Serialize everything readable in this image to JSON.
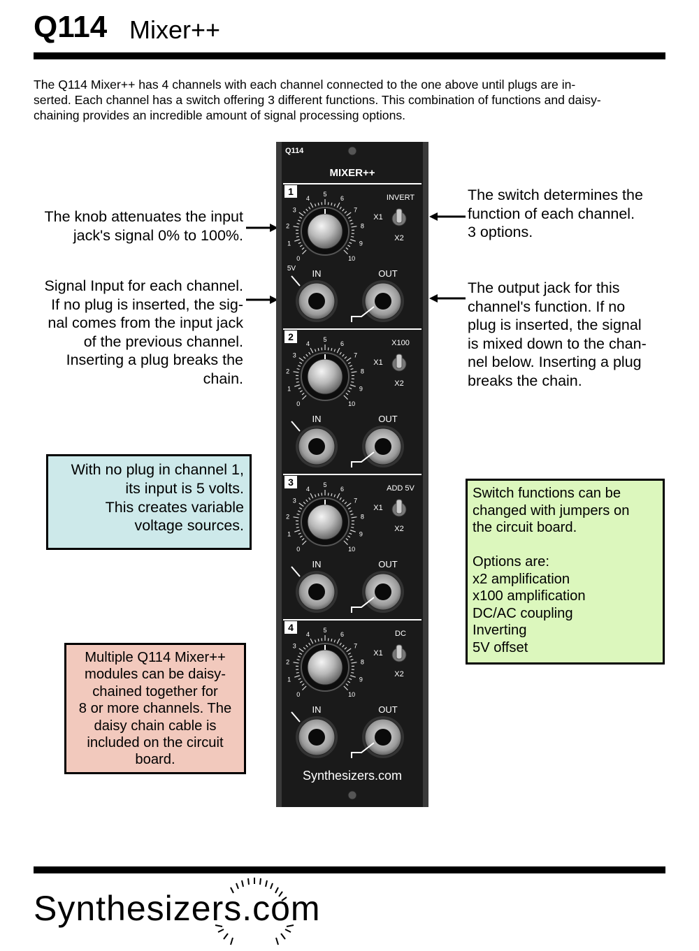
{
  "header": {
    "model": "Q114",
    "name": "Mixer++"
  },
  "intro": "The Q114 Mixer++ has 4 channels with each channel connected to the one above until plugs are in-serted.  Each channel has a switch offering 3 different functions.  This combination of functions and daisy-chaining provides an incredible amount of signal processing options.",
  "intro_lines": [
    "The Q114 Mixer++ has 4 channels with each channel connected to the one above until plugs are in-",
    "serted.  Each channel has a switch offering 3 different functions.  This combination of functions and daisy-",
    "chaining provides an incredible amount of signal processing options."
  ],
  "annotations": {
    "knob": [
      "The knob attenuates the input",
      "jack's signal 0% to 100%."
    ],
    "input": [
      "Signal Input for each channel.",
      "If no plug is inserted, the sig-",
      "nal comes from the input jack",
      "of the previous channel.",
      "Inserting a plug breaks the",
      "chain."
    ],
    "switch": [
      "The switch determines the",
      "function of each channel.",
      "3 options."
    ],
    "output": [
      "The output jack for this",
      "channel's function.  If no",
      "plug is inserted, the signal",
      "is mixed down to the chan-",
      "nel below.  Inserting a plug",
      "breaks the chain."
    ]
  },
  "boxes": {
    "blue": {
      "lines": [
        "With no plug in channel 1,",
        "its input is 5 volts.",
        "This creates variable",
        "voltage sources."
      ],
      "color": "#cde9ea"
    },
    "pink": {
      "lines": [
        "Multiple Q114 Mixer++",
        "modules can be daisy-",
        "chained together for",
        "8 or more channels.  The",
        "daisy chain cable is",
        "included on the circuit",
        "board."
      ],
      "color": "#f2c9bd"
    },
    "green": {
      "lines": [
        "Switch functions can be",
        "changed with jumpers on",
        "the circuit board.",
        "",
        "Options are:",
        "x2 amplification",
        "x100 amplification",
        "DC/AC coupling",
        "Inverting",
        "5V offset"
      ],
      "color": "#dcf7bd"
    }
  },
  "panel": {
    "model": "Q114",
    "title": "MIXER++",
    "brand": "Synthesizers.com",
    "channels": [
      {
        "number": "1",
        "switch_top": "INVERT",
        "switch_mid": "X1",
        "switch_bot": "X2",
        "in_label": "IN",
        "out_label": "OUT",
        "in_prefix": "5V",
        "scale": [
          "1",
          "2",
          "3",
          "4",
          "5",
          "6",
          "7",
          "8",
          "9",
          "10"
        ],
        "zero": "0"
      },
      {
        "number": "2",
        "switch_top": "X100",
        "switch_mid": "X1",
        "switch_bot": "X2",
        "in_label": "IN",
        "out_label": "OUT",
        "in_prefix": "",
        "scale": [
          "1",
          "2",
          "3",
          "4",
          "5",
          "6",
          "7",
          "8",
          "9",
          "10"
        ],
        "zero": "0"
      },
      {
        "number": "3",
        "switch_top": "ADD 5V",
        "switch_mid": "X1",
        "switch_bot": "X2",
        "in_label": "IN",
        "out_label": "OUT",
        "in_prefix": "",
        "scale": [
          "1",
          "2",
          "3",
          "4",
          "5",
          "6",
          "7",
          "8",
          "9",
          "10"
        ],
        "zero": "0"
      },
      {
        "number": "4",
        "switch_top": "DC",
        "switch_mid": "X1",
        "switch_bot": "X2",
        "in_label": "IN",
        "out_label": "OUT",
        "in_prefix": "",
        "scale": [
          "1",
          "2",
          "3",
          "4",
          "5",
          "6",
          "7",
          "8",
          "9",
          "10"
        ],
        "zero": "0"
      }
    ]
  },
  "footer": {
    "brand": "Synthesizers.com"
  },
  "colors": {
    "panel": "#1a1a1a",
    "panel_text": "#ffffff",
    "rule": "#000000"
  }
}
